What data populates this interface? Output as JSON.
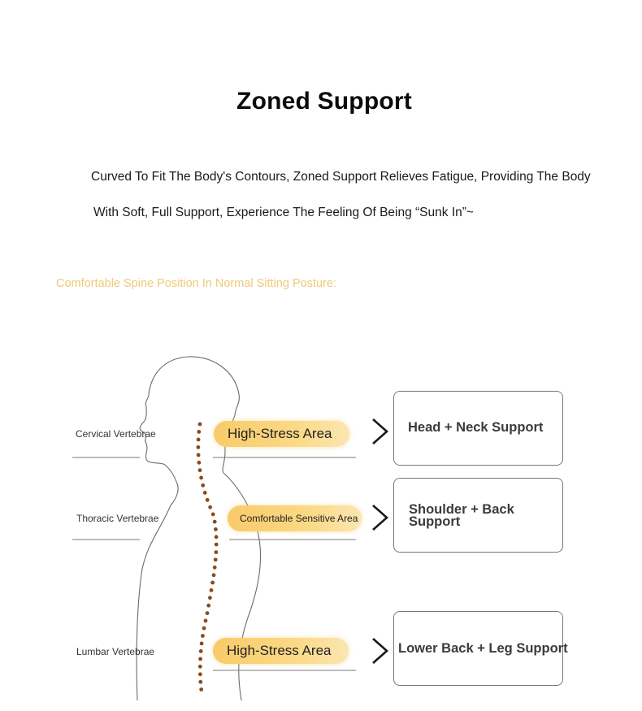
{
  "header": {
    "title": "Zoned Support",
    "description_line1": "Curved To Fit The Body's Contours, Zoned Support Relieves Fatigue, Providing The Body",
    "description_line2": "With Soft, Full Support, Experience The Feeling Of Being “Sunk In”~"
  },
  "diagram": {
    "heading": "Comfortable Spine Position In Normal Sitting Posture:",
    "vertebrae": [
      "Cervical Vertebrae",
      "Thoracic Vertebrae",
      "Lumbar Vertebrae"
    ],
    "areas": [
      "High-Stress Area",
      "Comfortable Sensitive Area",
      "High-Stress Area"
    ],
    "supports": [
      "Head + Neck Support",
      "Shoulder + Back Support",
      "Lower Back + Leg Support"
    ],
    "colors": {
      "heading": "#efc978",
      "pill": "#f8cb6a",
      "spine_dots": "#8a4a1e",
      "outline": "#666666"
    }
  }
}
